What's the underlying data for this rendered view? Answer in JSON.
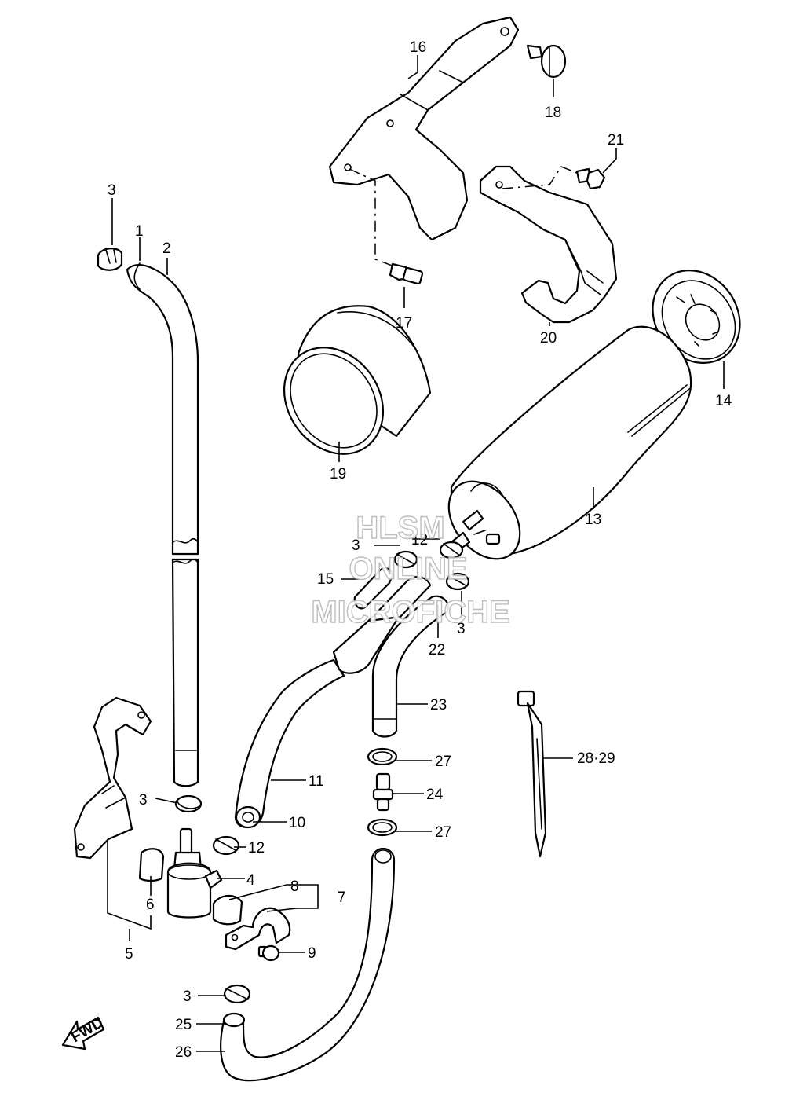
{
  "labels": {
    "l16": "16",
    "l18": "18",
    "l21": "21",
    "l3a": "3",
    "l1": "1",
    "l2": "2",
    "l17": "17",
    "l20": "20",
    "l19": "19",
    "l14": "14",
    "l13": "13",
    "l3b": "3",
    "l12a": "12",
    "l15": "15",
    "l3c": "3",
    "l22": "22",
    "l23": "23",
    "l28_29": "28·29",
    "l27a": "27",
    "l24": "24",
    "l27b": "27",
    "l11": "11",
    "l10": "10",
    "l3d": "3",
    "l12b": "12",
    "l4": "4",
    "l8": "8",
    "l7": "7",
    "l6": "6",
    "l5": "5",
    "l9": "9",
    "l3e": "3",
    "l25": "25",
    "l26": "26"
  },
  "watermark": {
    "line1": "HLSM",
    "line2": "ONLINE",
    "line3": "MICROFICHE"
  },
  "fwd_label": "FWD",
  "colors": {
    "line": "#000000",
    "background": "#ffffff",
    "watermark": "#b8b8b8"
  }
}
